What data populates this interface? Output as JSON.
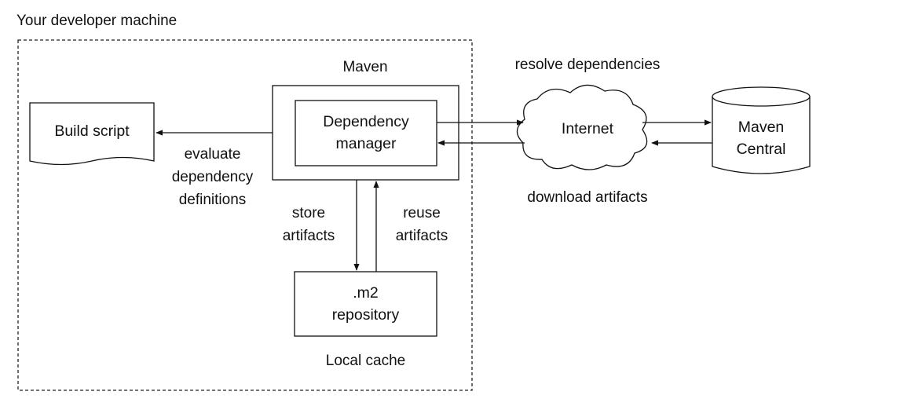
{
  "machine_label": "Your developer machine",
  "maven_label": "Maven",
  "build_script": "Build script",
  "dependency_manager": [
    "Dependency",
    "manager"
  ],
  "evaluate_label": [
    "evaluate",
    "dependency",
    "definitions"
  ],
  "store_label": [
    "store",
    "artifacts"
  ],
  "reuse_label": [
    "reuse",
    "artifacts"
  ],
  "m2_repo": [
    ".m2",
    "repository"
  ],
  "local_cache": "Local cache",
  "resolve_label": "resolve dependencies",
  "internet_label": "Internet",
  "download_label": "download artifacts",
  "maven_central": [
    "Maven",
    "Central"
  ]
}
